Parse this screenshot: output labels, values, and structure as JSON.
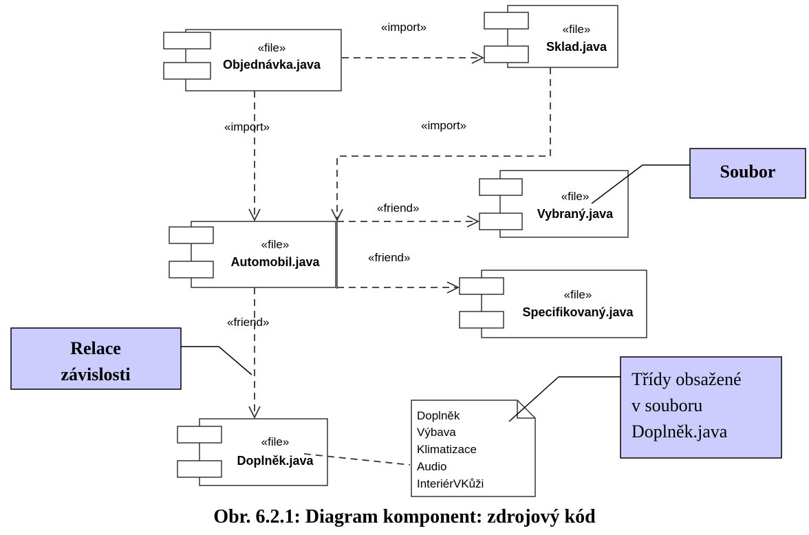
{
  "components": {
    "objednavka": {
      "stereotype": "«file»",
      "name": "Objednávka.java"
    },
    "sklad": {
      "stereotype": "«file»",
      "name": "Sklad.java"
    },
    "vybrany": {
      "stereotype": "«file»",
      "name": "Vybraný.java"
    },
    "automobil": {
      "stereotype": "«file»",
      "name": "Automobil.java"
    },
    "specifikovany": {
      "stereotype": "«file»",
      "name": "Specifikovaný.java"
    },
    "doplnek": {
      "stereotype": "«file»",
      "name": "Doplněk.java"
    }
  },
  "relations": {
    "import1": "«import»",
    "import2": "«import»",
    "import3": "«import»",
    "friend1": "«friend»",
    "friend2": "«friend»",
    "friend3": "«friend»"
  },
  "note": {
    "lines": [
      "Doplněk",
      "Výbava",
      "Klimatizace",
      "Audio",
      "InteriérVKůži"
    ]
  },
  "callouts": {
    "soubor": "Soubor",
    "relace_line1": "Relace",
    "relace_line2": "závislosti",
    "tridy_line1": "Třídy obsažené",
    "tridy_line2": "v souboru",
    "tridy_line3": "Doplněk.java"
  },
  "caption": "Obr. 6.2.1: Diagram komponent: zdrojový kód",
  "colors": {
    "callout_fill": "#ccccff",
    "line": "#333333"
  }
}
